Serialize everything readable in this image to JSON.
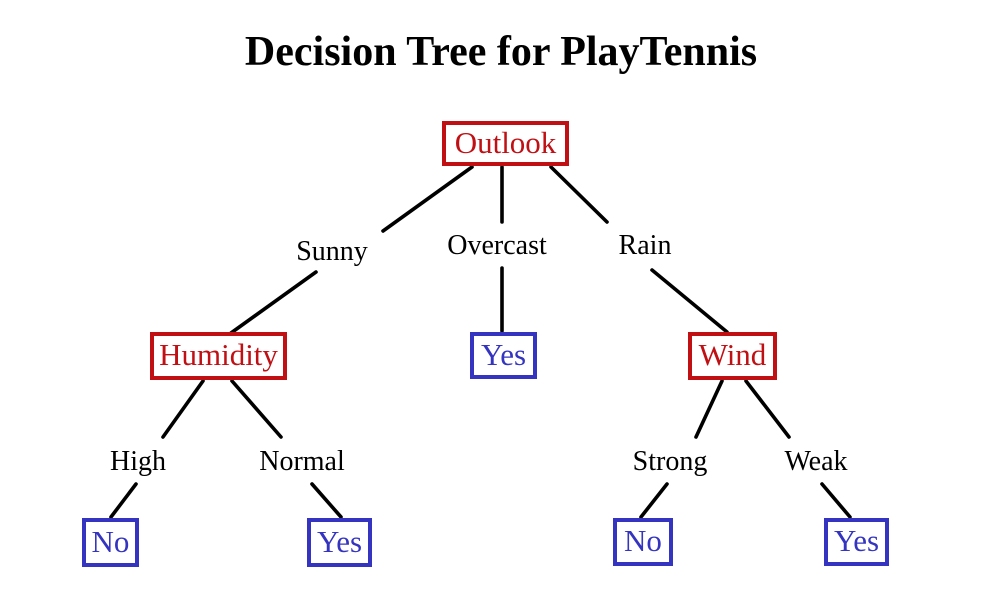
{
  "title": "Decision Tree for PlayTennis",
  "colors": {
    "decision_node": "#c01014",
    "leaf_node": "#3434c0",
    "edge_line": "#000000",
    "background": "#ffffff"
  },
  "nodes": {
    "outlook": {
      "label": "Outlook",
      "type": "decision"
    },
    "humidity": {
      "label": "Humidity",
      "type": "decision"
    },
    "overcast_leaf": {
      "label": "Yes",
      "type": "leaf"
    },
    "wind": {
      "label": "Wind",
      "type": "decision"
    },
    "high_leaf": {
      "label": "No",
      "type": "leaf"
    },
    "normal_leaf": {
      "label": "Yes",
      "type": "leaf"
    },
    "strong_leaf": {
      "label": "No",
      "type": "leaf"
    },
    "weak_leaf": {
      "label": "Yes",
      "type": "leaf"
    }
  },
  "edges": [
    {
      "from": "Outlook",
      "label": "Sunny",
      "to": "Humidity"
    },
    {
      "from": "Outlook",
      "label": "Overcast",
      "to": "Yes"
    },
    {
      "from": "Outlook",
      "label": "Rain",
      "to": "Wind"
    },
    {
      "from": "Humidity",
      "label": "High",
      "to": "No"
    },
    {
      "from": "Humidity",
      "label": "Normal",
      "to": "Yes"
    },
    {
      "from": "Wind",
      "label": "Strong",
      "to": "No"
    },
    {
      "from": "Wind",
      "label": "Weak",
      "to": "Yes"
    }
  ]
}
